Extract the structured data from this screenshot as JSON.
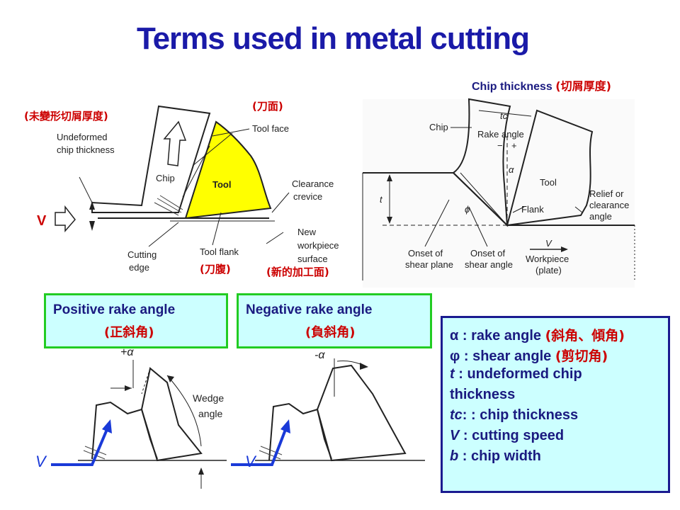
{
  "title": "Terms used in metal cutting",
  "left_diagram": {
    "undeformed_zh": "(未變形切屑厚度)",
    "undeformed_en_1": "Undeformed",
    "undeformed_en_2": "chip thickness",
    "tool_face_zh": "(刀面)",
    "tool_face": "Tool face",
    "chip": "Chip",
    "tool": "Tool",
    "clearance_1": "Clearance",
    "clearance_2": "crevice",
    "v": "V",
    "cutting_edge_1": "Cutting",
    "cutting_edge_2": "edge",
    "tool_flank": "Tool flank",
    "tool_flank_zh": "(刀腹)",
    "new_surface_1": "New",
    "new_surface_2": "workpiece",
    "new_surface_3": "surface",
    "new_surface_zh": "(新的加工面)"
  },
  "right_diagram": {
    "heading_en": "Chip thickness ",
    "heading_zh": "(切屑厚度)",
    "chip": "Chip",
    "tc": "tc",
    "rake_angle": "Rake angle",
    "minus": "−",
    "plus": "+",
    "alpha": "α",
    "tool": "Tool",
    "relief_1": "Relief or",
    "relief_2": "clearance",
    "relief_3": "angle",
    "t": "t",
    "phi": "ϕ",
    "flank": "Flank",
    "onset_plane_1": "Onset of",
    "onset_plane_2": "shear plane",
    "onset_angle_1": "Onset of",
    "onset_angle_2": "shear angle",
    "v": "V",
    "workpiece_1": "Workpiece",
    "workpiece_2": "(plate)"
  },
  "positive_box": {
    "en": "Positive rake angle",
    "zh": "(正斜角)"
  },
  "negative_box": {
    "en": "Negative rake angle",
    "zh": "(負斜角)"
  },
  "bottom_left": {
    "alpha_label": "+α",
    "wedge_1": "Wedge",
    "wedge_2": "angle",
    "v": "V"
  },
  "bottom_mid": {
    "alpha_label": "-α",
    "v": "V"
  },
  "legend": {
    "l1_sym": "α",
    "l1_en": " : rake angle ",
    "l1_zh": "(斜角、傾角)",
    "l2_sym": "φ",
    "l2_en": " : shear angle ",
    "l2_zh": "(剪切角)",
    "l3_sym": "t",
    "l3_en": " : undeformed chip",
    "l4_en": "thickness",
    "l5_sym": "tc",
    "l5_en": ": : chip thickness",
    "l6_sym": "V",
    "l6_en": " : cutting speed",
    "l7_sym": "b",
    "l7_en": " : chip width"
  },
  "colors": {
    "title": "#1a1aa8",
    "red": "#cc0000",
    "tool_yellow": "#ffff00",
    "box_fill": "#ccffff",
    "green_border": "#22cc22",
    "navy": "#1a1a90",
    "arrow_blue": "#1a3ad8"
  }
}
